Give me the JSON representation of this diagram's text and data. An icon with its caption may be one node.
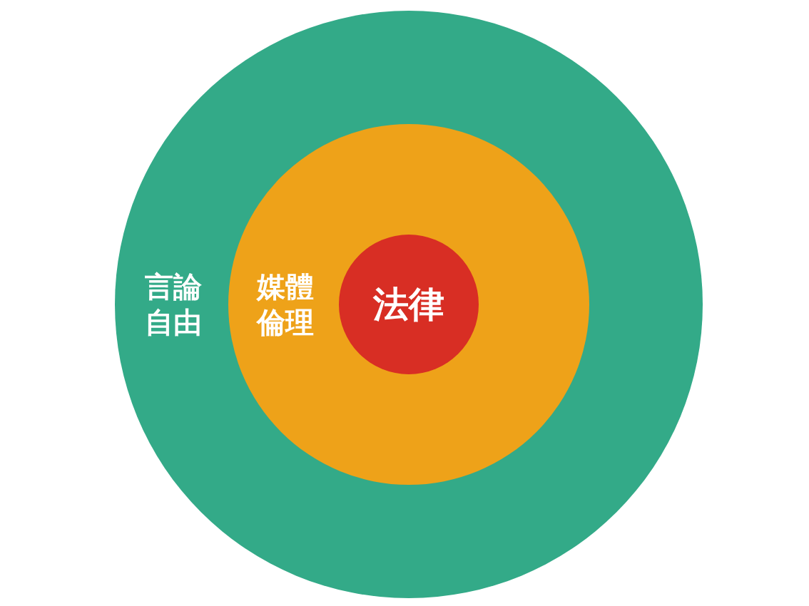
{
  "diagram": {
    "nodes": [
      {
        "text": [
          "言論自由"
        ]
      },
      {
        "text": [
          "媒體倫理"
        ],
        "in": 0
      },
      {
        "text": [
          "法律"
        ],
        "in": 1
      }
    ]
  }
}
